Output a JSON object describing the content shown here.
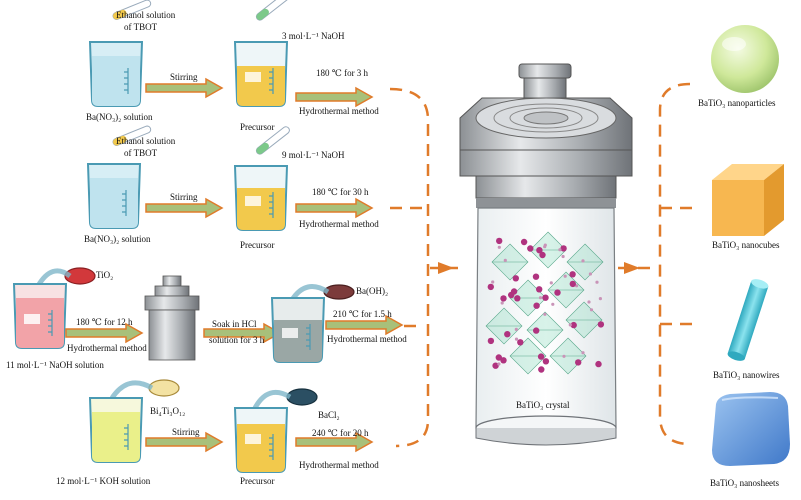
{
  "colors": {
    "arrow_fill": "#a8c07a",
    "arrow_edge": "#e07b2a",
    "dash": "#e07b2a",
    "beaker_blue": "#bfe3ee",
    "beaker_yellow": "#f2c94c",
    "beaker_pink": "#f2a3a8",
    "beaker_gray": "#9aa7a5",
    "beaker_lime": "#eaf08a",
    "autoclave_steel": "#b9bcbf",
    "ba_atom": "#b0337f",
    "lattice": "#8fdcc0",
    "cube": "#f7b750",
    "sphere": "#cfe89a",
    "wire": "#48c2d6",
    "sheet": "#5b93dc"
  },
  "row1": {
    "tube_label_1": "Ethanol solution",
    "tube_label_2": "of TBOT",
    "beaker_label": "Ba(NO₃)₂ solution",
    "step1": "Stirring",
    "reagent": "3 mol·L⁻¹ NaOH",
    "product": "Precursor",
    "cond": "180 ℃ for 3 h",
    "method": "Hydrothermal method"
  },
  "row2": {
    "tube_label_1": "Ethanol solution",
    "tube_label_2": "of TBOT",
    "beaker_label": "Ba(NO₃)₂ solution",
    "step1": "Stirring",
    "reagent": "9 mol·L⁻¹ NaOH",
    "product": "Precursor",
    "cond": "180 ℃ for 30 h",
    "method": "Hydrothermal method"
  },
  "row3": {
    "dish_label": "TiO₂",
    "beaker_label": "11 mol·L⁻¹ NaOH solution",
    "cond1": "180 ℃ for 12 h",
    "method1": "Hydrothermal method",
    "soak1": "Soak in HCl",
    "soak2": "solution for 3 h",
    "dish2_label": "Ba(OH)₂",
    "cond2": "210 ℃ for 1.5 h",
    "method2": "Hydrothermal method"
  },
  "row4": {
    "dish_label": "Bi₄Ti₃O₁₂",
    "beaker_label": "12 mol·L⁻¹ KOH solution",
    "step1": "Stirring",
    "dish2_label": "BaCl₂",
    "product": "Precursor",
    "cond": "240 ℃ for 20 h",
    "method": "Hydrothermal method"
  },
  "crystal_label": "BaTiO₃ crystal",
  "products": {
    "nanoparticles": "BaTiO₃ nanoparticles",
    "nanocubes": "BaTiO₃ nanocubes",
    "nanowires": "BaTiO₃ nanowires",
    "nanosheets": "BaTiO₃ nanosheets"
  }
}
